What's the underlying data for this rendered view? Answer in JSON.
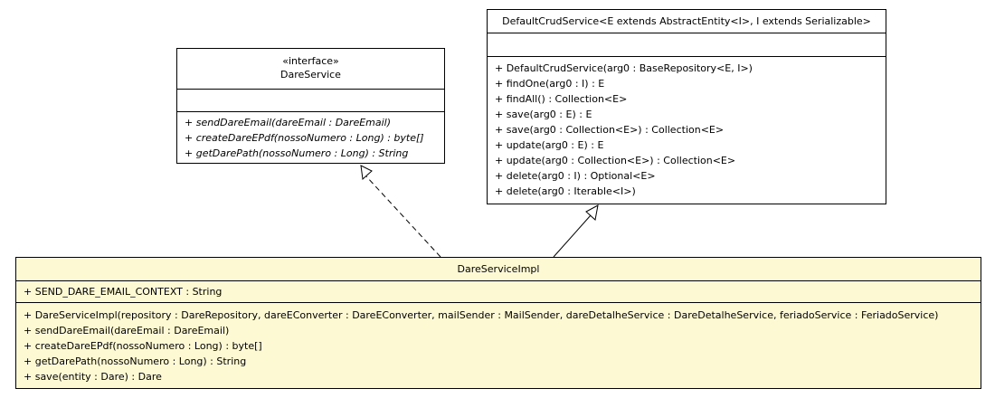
{
  "classes": {
    "dare_service": {
      "stereotype": "«interface»",
      "name": "DareService",
      "attributes": [],
      "operations": [
        "+ sendDareEmail(dareEmail : DareEmail)",
        "+ createDareEPdf(nossoNumero : Long) : byte[]",
        "+ getDarePath(nossoNumero : Long) : String"
      ]
    },
    "default_crud_service": {
      "name": "DefaultCrudService<E extends AbstractEntity<I>, I extends Serializable>",
      "attributes": [],
      "operations": [
        "+ DefaultCrudService(arg0 : BaseRepository<E, I>)",
        "+ findOne(arg0 : I) : E",
        "+ findAll() : Collection<E>",
        "+ save(arg0 : E) : E",
        "+ save(arg0 : Collection<E>) : Collection<E>",
        "+ update(arg0 : E) : E",
        "+ update(arg0 : Collection<E>) : Collection<E>",
        "+ delete(arg0 : I) : Optional<E>",
        "+ delete(arg0 : Iterable<I>)"
      ]
    },
    "dare_service_impl": {
      "name": "DareServiceImpl",
      "attributes": [
        "+ SEND_DARE_EMAIL_CONTEXT : String"
      ],
      "operations": [
        "+ DareServiceImpl(repository : DareRepository, dareEConverter : DareEConverter, mailSender : MailSender, dareDetalheService : DareDetalheService, feriadoService : FeriadoService)",
        "+ sendDareEmail(dareEmail : DareEmail)",
        "+ createDareEPdf(nossoNumero : Long) : byte[]",
        "+ getDarePath(nossoNumero : Long) : String",
        "+ save(entity : Dare) : Dare"
      ]
    }
  },
  "colors": {
    "impl_fill": "#fdf9d3",
    "box_fill": "#ffffff",
    "line": "#000000"
  }
}
